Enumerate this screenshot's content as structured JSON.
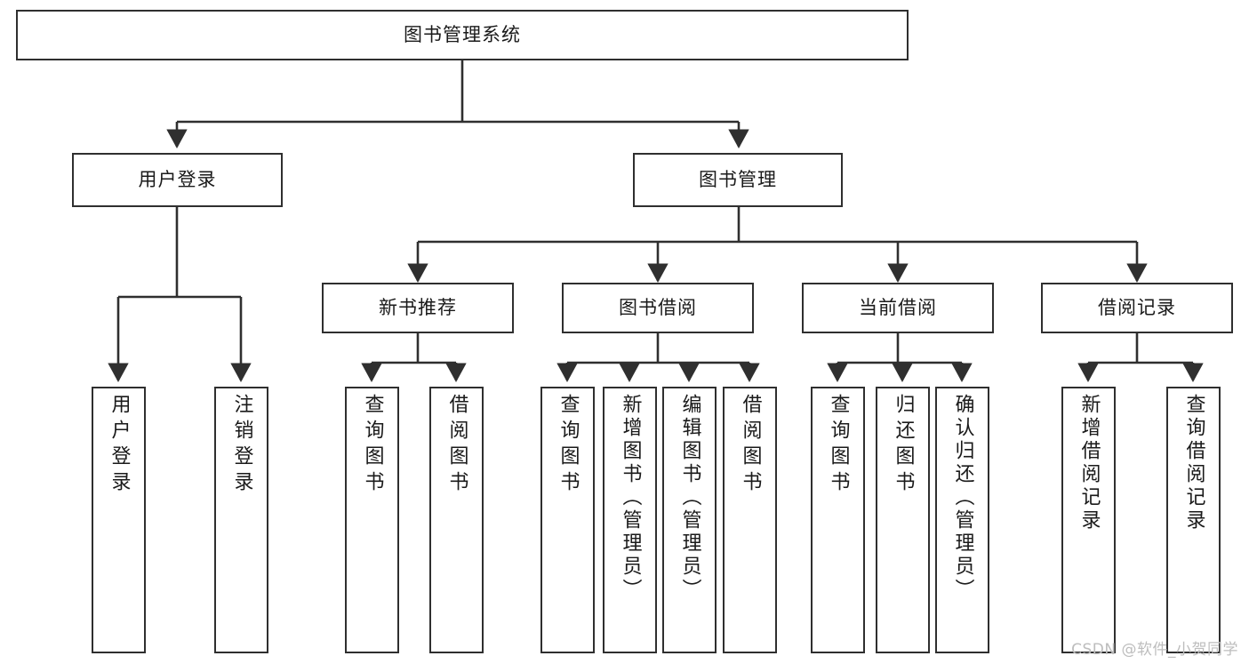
{
  "diagram": {
    "title": "图书管理系统",
    "watermark": "CSDN @软件_小贺同学",
    "line_color": "#2f2f2f",
    "box_fill": "#ffffff",
    "text_color": "#1a1a1a",
    "root": {
      "label": "图书管理系统"
    },
    "level2": [
      {
        "label": "用户登录"
      },
      {
        "label": "图书管理"
      }
    ],
    "level3": [
      {
        "label": "新书推荐"
      },
      {
        "label": "图书借阅"
      },
      {
        "label": "当前借阅"
      },
      {
        "label": "借阅记录"
      }
    ],
    "leaves": [
      {
        "label": "用户登录",
        "parent": "用户登录"
      },
      {
        "label": "注销登录",
        "parent": "用户登录"
      },
      {
        "label": "查询图书",
        "parent": "新书推荐"
      },
      {
        "label": "借阅图书",
        "parent": "新书推荐"
      },
      {
        "label": "查询图书",
        "parent": "图书借阅"
      },
      {
        "label": "新增图书（管理员）",
        "parent": "图书借阅"
      },
      {
        "label": "编辑图书（管理员）",
        "parent": "图书借阅"
      },
      {
        "label": "借阅图书",
        "parent": "图书借阅"
      },
      {
        "label": "查询图书",
        "parent": "当前借阅"
      },
      {
        "label": "归还图书",
        "parent": "当前借阅"
      },
      {
        "label": "确认归还（管理员）",
        "parent": "当前借阅"
      },
      {
        "label": "新增借阅记录",
        "parent": "借阅记录"
      },
      {
        "label": "查询借阅记录",
        "parent": "借阅记录"
      }
    ]
  }
}
